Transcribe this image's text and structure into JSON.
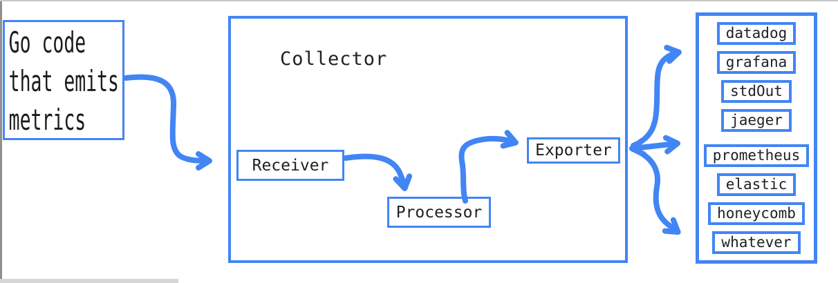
{
  "colors": {
    "accent_blue": "#4285f4",
    "text_ink": "#202124",
    "frame_gray": "#8f8f8f"
  },
  "source_box": {
    "lines": [
      "Go code",
      "that emits",
      "metrics"
    ]
  },
  "collector": {
    "title": "Collector",
    "receiver_label": "Receiver",
    "processor_label": "Processor",
    "exporter_label": "Exporter"
  },
  "destinations": {
    "items": [
      "datadog",
      "grafana",
      "stdOut",
      "jaeger",
      "prometheus",
      "elastic",
      "honeycomb",
      "whatever"
    ]
  },
  "flows": [
    {
      "from": "go-code-source",
      "to": "receiver"
    },
    {
      "from": "receiver",
      "to": "processor"
    },
    {
      "from": "processor",
      "to": "exporter"
    },
    {
      "from": "exporter",
      "to": "destinations-top-group"
    },
    {
      "from": "exporter",
      "to": "prometheus"
    },
    {
      "from": "exporter",
      "to": "destinations-bottom-group"
    }
  ]
}
